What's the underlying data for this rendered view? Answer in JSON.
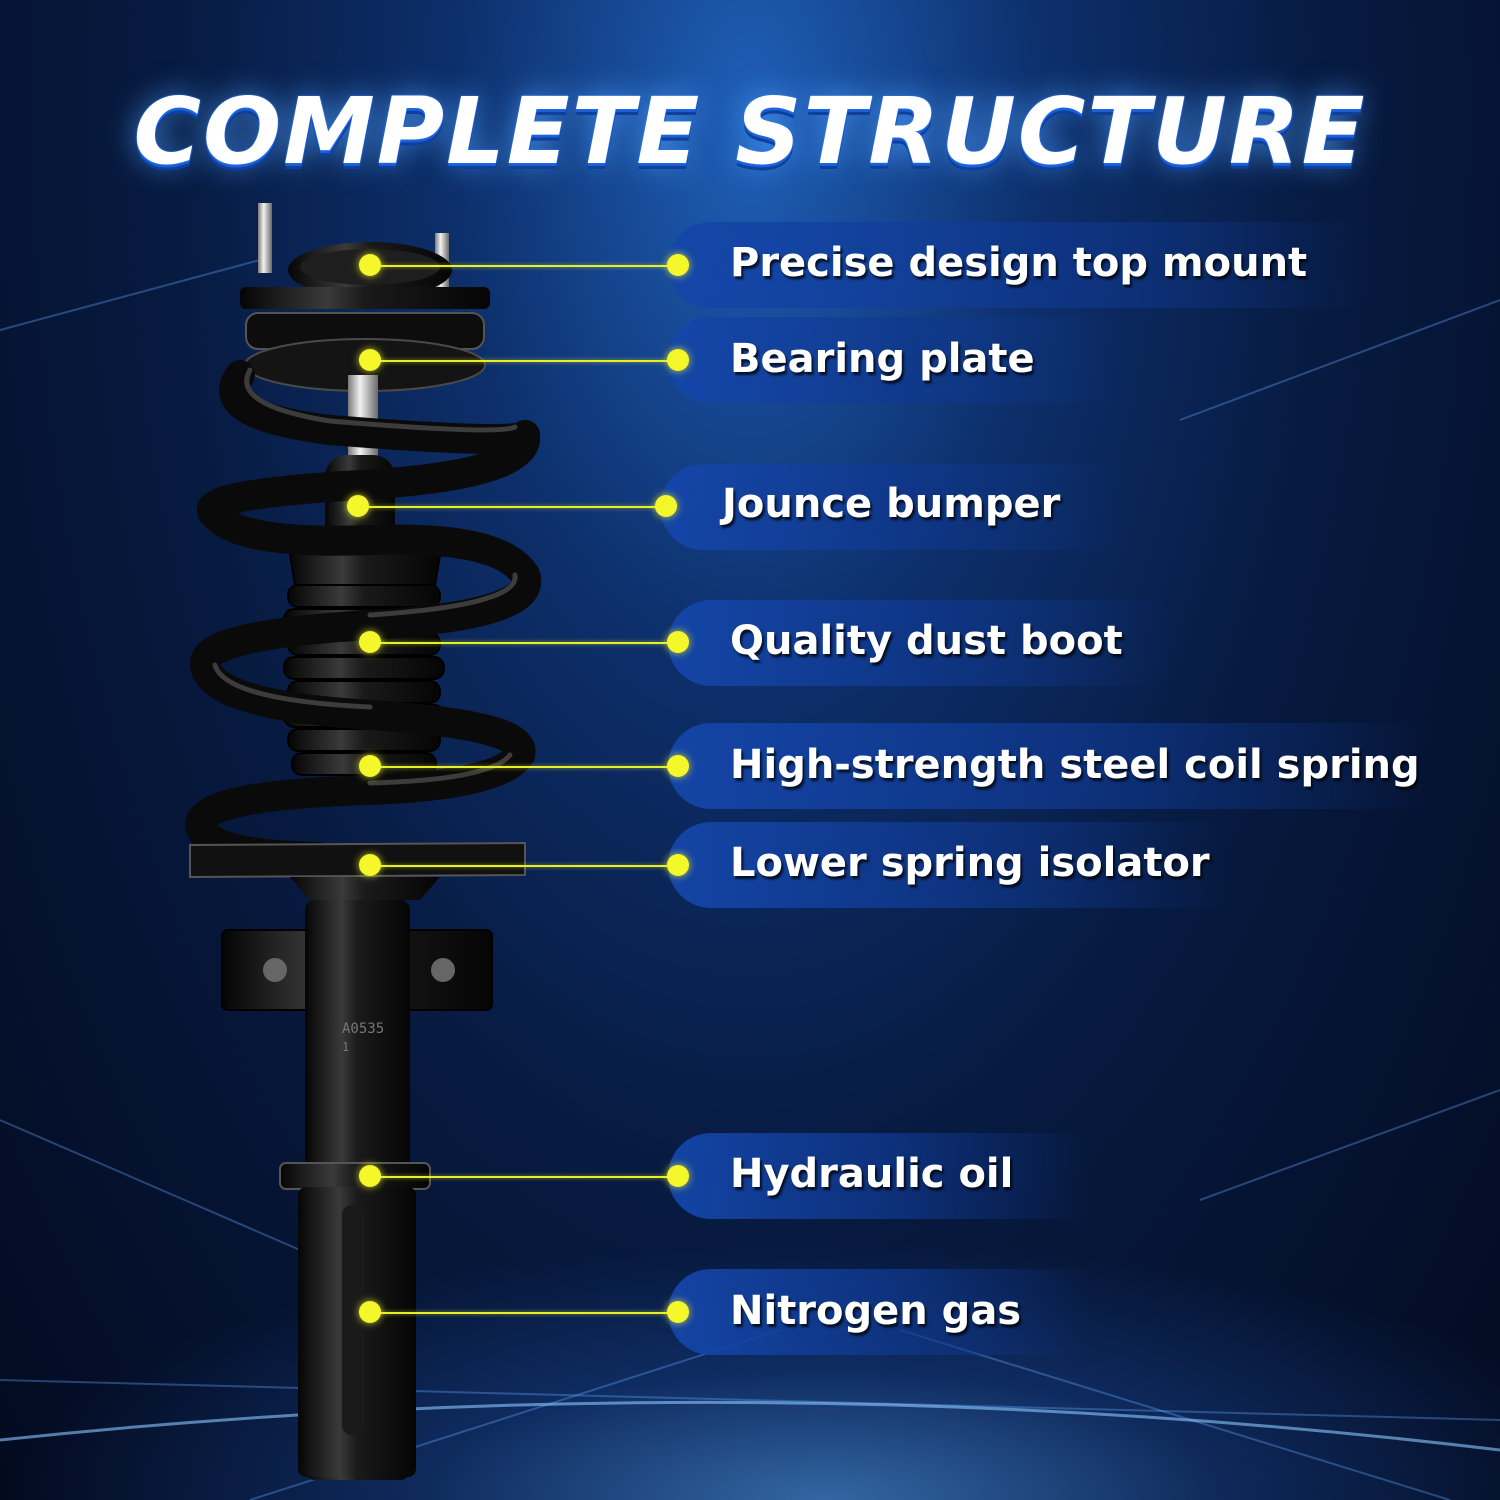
{
  "title": "COMPLETE STRUCTURE",
  "strut_marking": "A0535",
  "strut_marking_sub": "1",
  "labels": [
    "Precise design top mount",
    "Bearing plate",
    "Jounce bumper",
    "Quality dust boot",
    "High-strength steel coil spring",
    "Lower spring isolator",
    "Hydraulic oil",
    "Nitrogen gas"
  ],
  "colors": {
    "background": "#071a40",
    "accent": "#1a5fd6",
    "dot": "#f4f72a",
    "text": "#ffffff"
  }
}
